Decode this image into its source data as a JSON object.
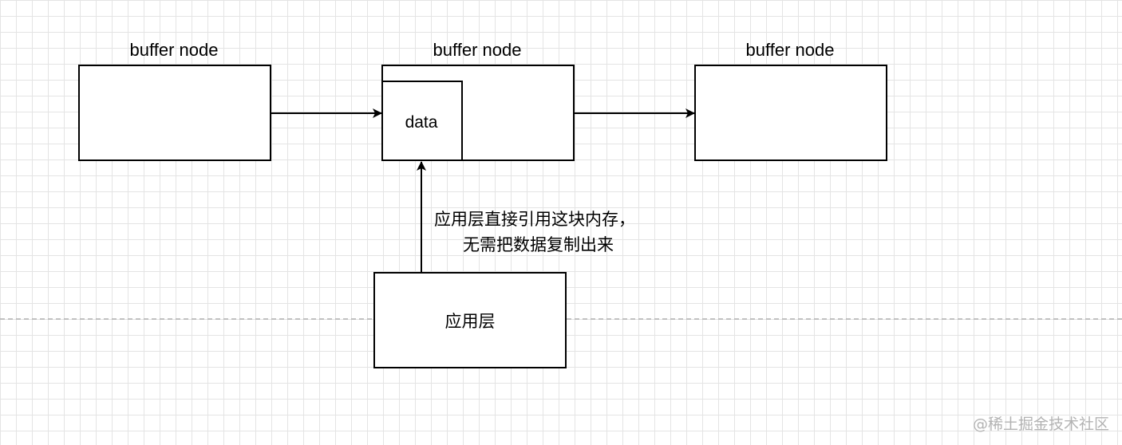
{
  "diagram": {
    "nodes": [
      {
        "id": "node-1",
        "label": "buffer node"
      },
      {
        "id": "node-2",
        "label": "buffer node",
        "inner_label": "data"
      },
      {
        "id": "node-3",
        "label": "buffer node"
      }
    ],
    "app_layer": {
      "label": "应用层"
    },
    "annotation": {
      "line1": "应用层直接引用这块内存，",
      "line2": "无需把数据复制出来"
    },
    "edges": [
      {
        "from": "node-1",
        "to": "node-2"
      },
      {
        "from": "node-2",
        "to": "node-3"
      },
      {
        "from": "app_layer",
        "to": "data"
      }
    ]
  },
  "watermark": "@稀土掘金技术社区",
  "colors": {
    "stroke": "#000000",
    "grid": "#e4e4e4",
    "dashed_line": "#b0b0b0",
    "watermark": "#b3b3b3"
  }
}
